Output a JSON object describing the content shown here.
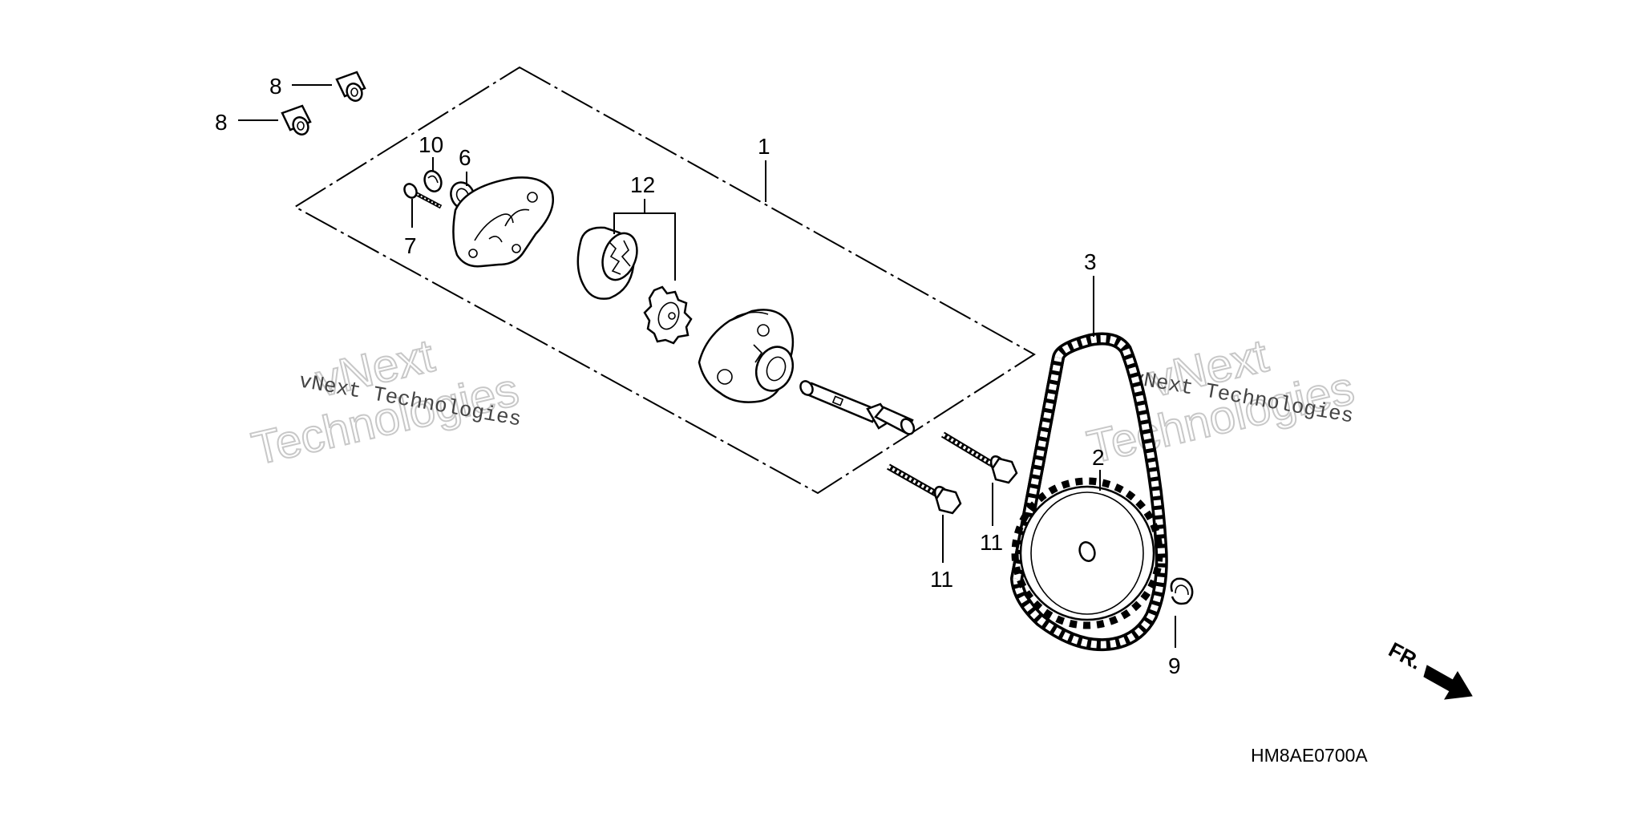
{
  "diagram": {
    "drawing_code": "HM8AE0700A",
    "direction_label": "FR.",
    "watermark": {
      "small": "vNext Technologies",
      "big_line1": "vNext",
      "big_line2": "Technologies"
    },
    "callouts": {
      "c1": "1",
      "c2": "2",
      "c3": "3",
      "c6": "6",
      "c7": "7",
      "c8a": "8",
      "c8b": "8",
      "c9": "9",
      "c10": "10",
      "c11a": "11",
      "c11b": "11",
      "c12": "12"
    }
  }
}
